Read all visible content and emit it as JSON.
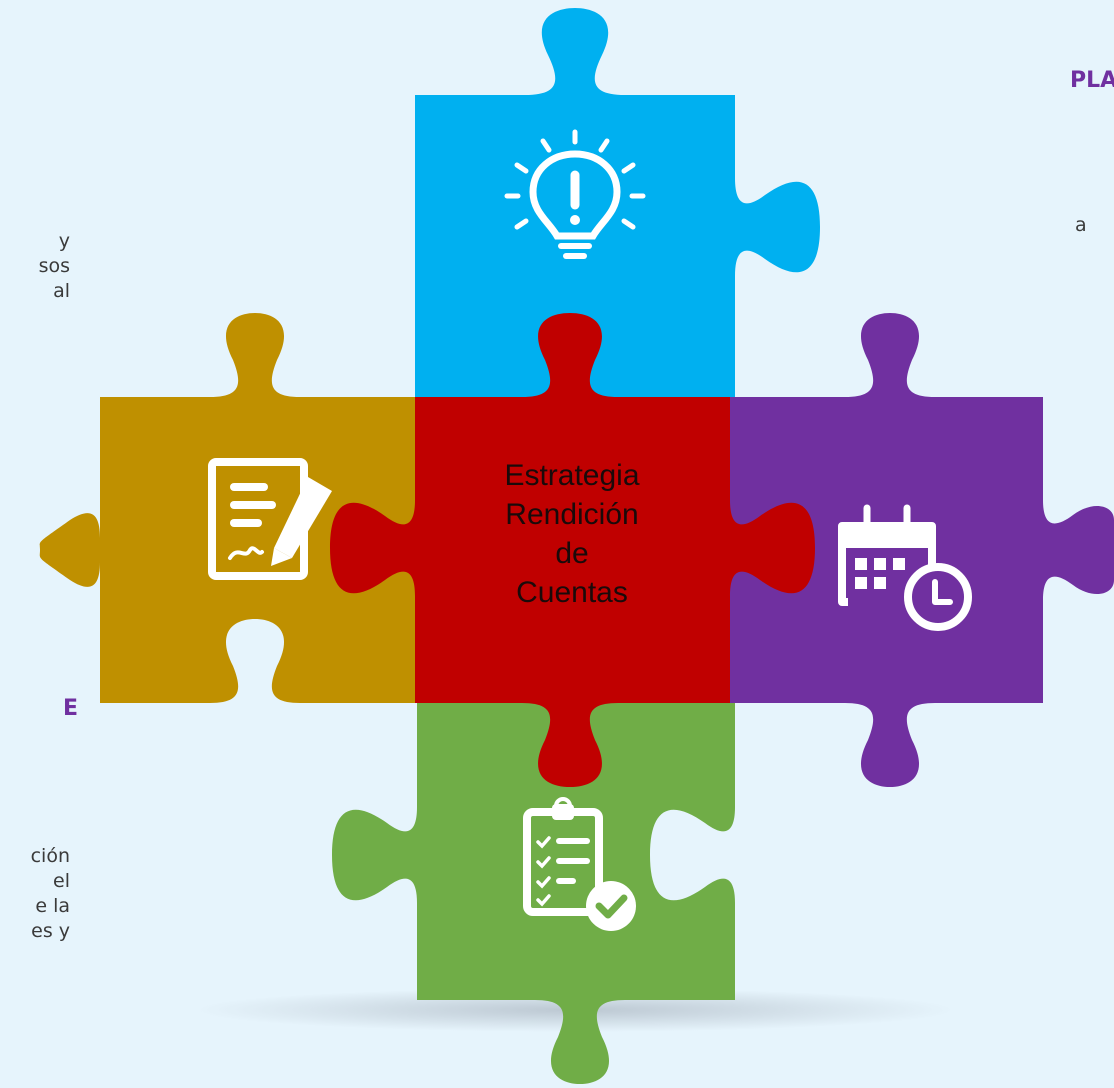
{
  "colors": {
    "background": "#e6f4fc",
    "blue": "#00b0f0",
    "gold": "#bf9000",
    "red": "#c00000",
    "purple": "#7030a0",
    "green": "#70ad47",
    "icon": "#ffffff"
  },
  "center": {
    "lines": [
      "Estrategia",
      "Rendición",
      "de",
      "Cuentas"
    ]
  },
  "pieces": [
    {
      "color_key": "blue",
      "icon": "lightbulb-icon"
    },
    {
      "color_key": "gold",
      "icon": "signed-document-icon"
    },
    {
      "color_key": "red",
      "icon": ""
    },
    {
      "color_key": "purple",
      "icon": "calendar-clock-icon"
    },
    {
      "color_key": "green",
      "icon": "checklist-clipboard-icon"
    }
  ],
  "left_top_text": {
    "lines": [
      "y",
      "sos",
      "al"
    ]
  },
  "left_heading": "E",
  "left_bottom_text": {
    "lines": [
      "ción",
      "el",
      "e la",
      "es y"
    ]
  },
  "right_heading": "PLA",
  "right_text": "a"
}
